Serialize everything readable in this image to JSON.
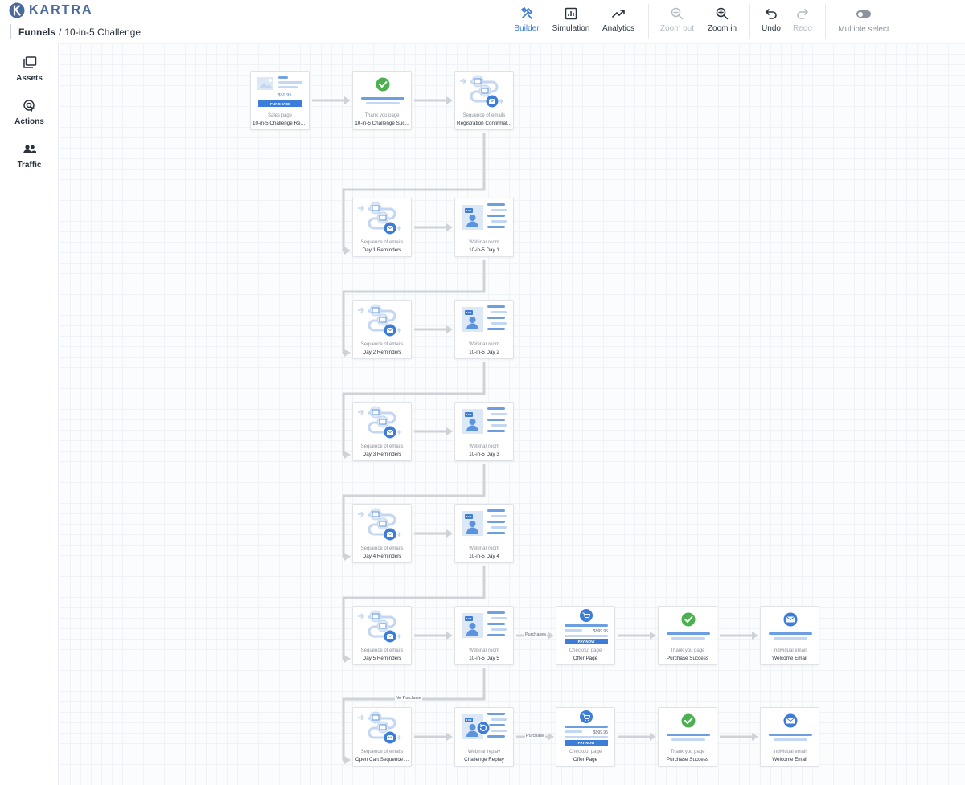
{
  "app": {
    "brand": "KARTRA"
  },
  "breadcrumb": {
    "section": "Funnels",
    "separator": "/",
    "current": "10-in-5 Challenge"
  },
  "toolbar": {
    "builder": "Builder",
    "simulation": "Simulation",
    "analytics": "Analytics",
    "zoom_out": "Zoom out",
    "zoom_in": "Zoom in",
    "undo": "Undo",
    "redo": "Redo",
    "multiple_select": "Multiple select"
  },
  "sidebar": {
    "items": [
      {
        "label": "Assets",
        "icon": "assets-icon"
      },
      {
        "label": "Actions",
        "icon": "actions-icon"
      },
      {
        "label": "Traffic",
        "icon": "traffic-icon"
      }
    ]
  },
  "colors": {
    "accent": "#3b7dd8",
    "success": "#4caf50",
    "connector": "#cfd3d8"
  },
  "nodes": [
    {
      "id": "sales",
      "kind": "sales",
      "type": "Sales page",
      "name": "10-in-5 Challenge Regi...",
      "price": "$59.95",
      "button": "PURCHASE"
    },
    {
      "id": "ty1",
      "kind": "thankyou",
      "type": "Thank you page",
      "name": "10-in-5 Challenge Suc..."
    },
    {
      "id": "seqreg",
      "kind": "sequence",
      "type": "Sequence of emails",
      "name": "Registration Confirmat..."
    },
    {
      "id": "seq1",
      "kind": "sequence",
      "type": "Sequence of emails",
      "name": "Day 1 Reminders"
    },
    {
      "id": "web1",
      "kind": "webinar",
      "type": "Webinar room",
      "name": "10-in-5 Day 1"
    },
    {
      "id": "seq2",
      "kind": "sequence",
      "type": "Sequence of emails",
      "name": "Day 2 Reminders"
    },
    {
      "id": "web2",
      "kind": "webinar",
      "type": "Webinar room",
      "name": "10-in-5 Day 2"
    },
    {
      "id": "seq3",
      "kind": "sequence",
      "type": "Sequence of emails",
      "name": "Day 3 Reminders"
    },
    {
      "id": "web3",
      "kind": "webinar",
      "type": "Webinar room",
      "name": "10-in-5 Day 3"
    },
    {
      "id": "seq4",
      "kind": "sequence",
      "type": "Sequence of emails",
      "name": "Day 4 Reminders"
    },
    {
      "id": "web4",
      "kind": "webinar",
      "type": "Webinar room",
      "name": "10-in-5 Day 4"
    },
    {
      "id": "seq5",
      "kind": "sequence",
      "type": "Sequence of emails",
      "name": "Day 5 Reminders"
    },
    {
      "id": "web5",
      "kind": "webinar",
      "type": "Webinar room",
      "name": "10-in-5 Day 5"
    },
    {
      "id": "co1",
      "kind": "checkout",
      "type": "Checkout page",
      "name": "Offer Page",
      "price": "$999.95",
      "button": "PAY NOW"
    },
    {
      "id": "ty2",
      "kind": "thankyou",
      "type": "Thank you page",
      "name": "Purchase Success"
    },
    {
      "id": "em1",
      "kind": "email",
      "type": "Individual email",
      "name": "Welcome Email"
    },
    {
      "id": "seq6",
      "kind": "sequence",
      "type": "Sequence of emails",
      "name": "Open Cart Sequence ..."
    },
    {
      "id": "rep",
      "kind": "replay",
      "type": "Webinar replay",
      "name": "Challenge Replay"
    },
    {
      "id": "co2",
      "kind": "checkout",
      "type": "Checkout page",
      "name": "Offer Page",
      "price": "$999.95",
      "button": "PAY NOW"
    },
    {
      "id": "ty3",
      "kind": "thankyou",
      "type": "Thank you page",
      "name": "Purchase Success"
    },
    {
      "id": "em2",
      "kind": "email",
      "type": "Individual email",
      "name": "Welcome Email"
    }
  ],
  "connector_labels": {
    "purchases": "Purchases",
    "purchase": "Purchase",
    "no_purchase": "No Purchase"
  }
}
